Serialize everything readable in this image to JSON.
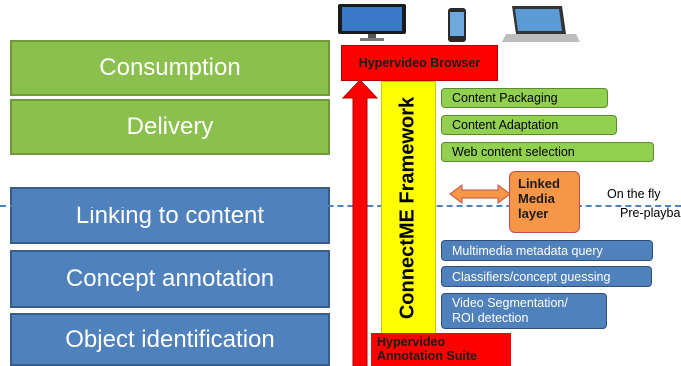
{
  "layers": {
    "consumption": "Consumption",
    "delivery": "Delivery",
    "linking": "Linking to content",
    "concept": "Concept annotation",
    "object": "Object identification"
  },
  "browser_label": "Hypervideo Browser",
  "framework_label": "ConnectME Framework",
  "upper_boxes": [
    "Content Packaging",
    "Content Adaptation",
    "Web content selection"
  ],
  "linked_media": [
    "Linked",
    "Media",
    "layer"
  ],
  "lower_boxes": [
    "Multimedia metadata query",
    "Classifiers/concept guessing"
  ],
  "segmentation": [
    "Video Segmentation/",
    "ROI detection"
  ],
  "annotation_suite": [
    "Hypervideo",
    "Annotation Suite"
  ],
  "side_labels": {
    "on_the_fly": "On the fly",
    "pre_playback": "Pre-playback"
  },
  "colors": {
    "green": "#92d050",
    "blue": "#4f81bd",
    "red": "#ff0000",
    "yellow": "#ffff00",
    "orange": "#f79646"
  }
}
